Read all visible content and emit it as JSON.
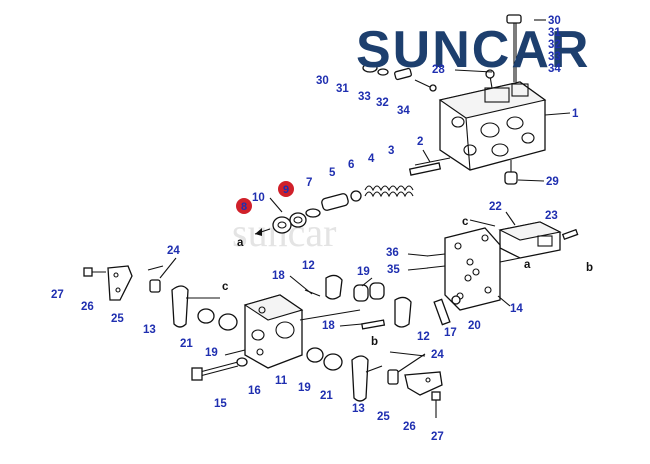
{
  "brand": {
    "text": "SUNCAR",
    "color": "#1d3f6e"
  },
  "watermark": {
    "text": "suncar"
  },
  "colors": {
    "callout": "#1f2fb0",
    "highlight": "#d0202a"
  },
  "callouts": [
    {
      "id": "c30a",
      "text": "30"
    },
    {
      "id": "c31a",
      "text": "31"
    },
    {
      "id": "c32a",
      "text": "32"
    },
    {
      "id": "c33a",
      "text": "33"
    },
    {
      "id": "c34a",
      "text": "34"
    },
    {
      "id": "c30",
      "text": "30"
    },
    {
      "id": "c31",
      "text": "31"
    },
    {
      "id": "c33",
      "text": "33"
    },
    {
      "id": "c32",
      "text": "32"
    },
    {
      "id": "c34",
      "text": "34"
    },
    {
      "id": "c28",
      "text": "28"
    },
    {
      "id": "c1",
      "text": "1"
    },
    {
      "id": "c2",
      "text": "2"
    },
    {
      "id": "c3",
      "text": "3"
    },
    {
      "id": "c4",
      "text": "4"
    },
    {
      "id": "c5",
      "text": "5"
    },
    {
      "id": "c6",
      "text": "6"
    },
    {
      "id": "c7",
      "text": "7"
    },
    {
      "id": "c10",
      "text": "10"
    },
    {
      "id": "c29",
      "text": "29"
    },
    {
      "id": "c22",
      "text": "22"
    },
    {
      "id": "c23",
      "text": "23"
    },
    {
      "id": "c36",
      "text": "36"
    },
    {
      "id": "c35",
      "text": "35"
    },
    {
      "id": "c24a",
      "text": "24"
    },
    {
      "id": "c27a",
      "text": "27"
    },
    {
      "id": "c26a",
      "text": "26"
    },
    {
      "id": "c25a",
      "text": "25"
    },
    {
      "id": "c13a",
      "text": "13"
    },
    {
      "id": "c21a",
      "text": "21"
    },
    {
      "id": "c19a",
      "text": "19"
    },
    {
      "id": "c18a",
      "text": "18"
    },
    {
      "id": "c12a",
      "text": "12"
    },
    {
      "id": "c19b",
      "text": "19"
    },
    {
      "id": "c18b",
      "text": "18"
    },
    {
      "id": "c12b",
      "text": "12"
    },
    {
      "id": "c17",
      "text": "17"
    },
    {
      "id": "c20",
      "text": "20"
    },
    {
      "id": "c14",
      "text": "14"
    },
    {
      "id": "c11",
      "text": "11"
    },
    {
      "id": "c15",
      "text": "15"
    },
    {
      "id": "c16",
      "text": "16"
    },
    {
      "id": "c19c",
      "text": "19"
    },
    {
      "id": "c21b",
      "text": "21"
    },
    {
      "id": "c13b",
      "text": "13"
    },
    {
      "id": "c24b",
      "text": "24"
    },
    {
      "id": "c25b",
      "text": "25"
    },
    {
      "id": "c26b",
      "text": "26"
    },
    {
      "id": "c27b",
      "text": "27"
    }
  ],
  "highlighted": [
    {
      "id": "h8",
      "text": "8"
    },
    {
      "id": "h9",
      "text": "9"
    }
  ],
  "letters": [
    {
      "id": "la1",
      "text": "a"
    },
    {
      "id": "lc1",
      "text": "c"
    },
    {
      "id": "lc2",
      "text": "c"
    },
    {
      "id": "la2",
      "text": "a"
    },
    {
      "id": "lb1",
      "text": "b"
    },
    {
      "id": "lb2",
      "text": "b"
    }
  ]
}
